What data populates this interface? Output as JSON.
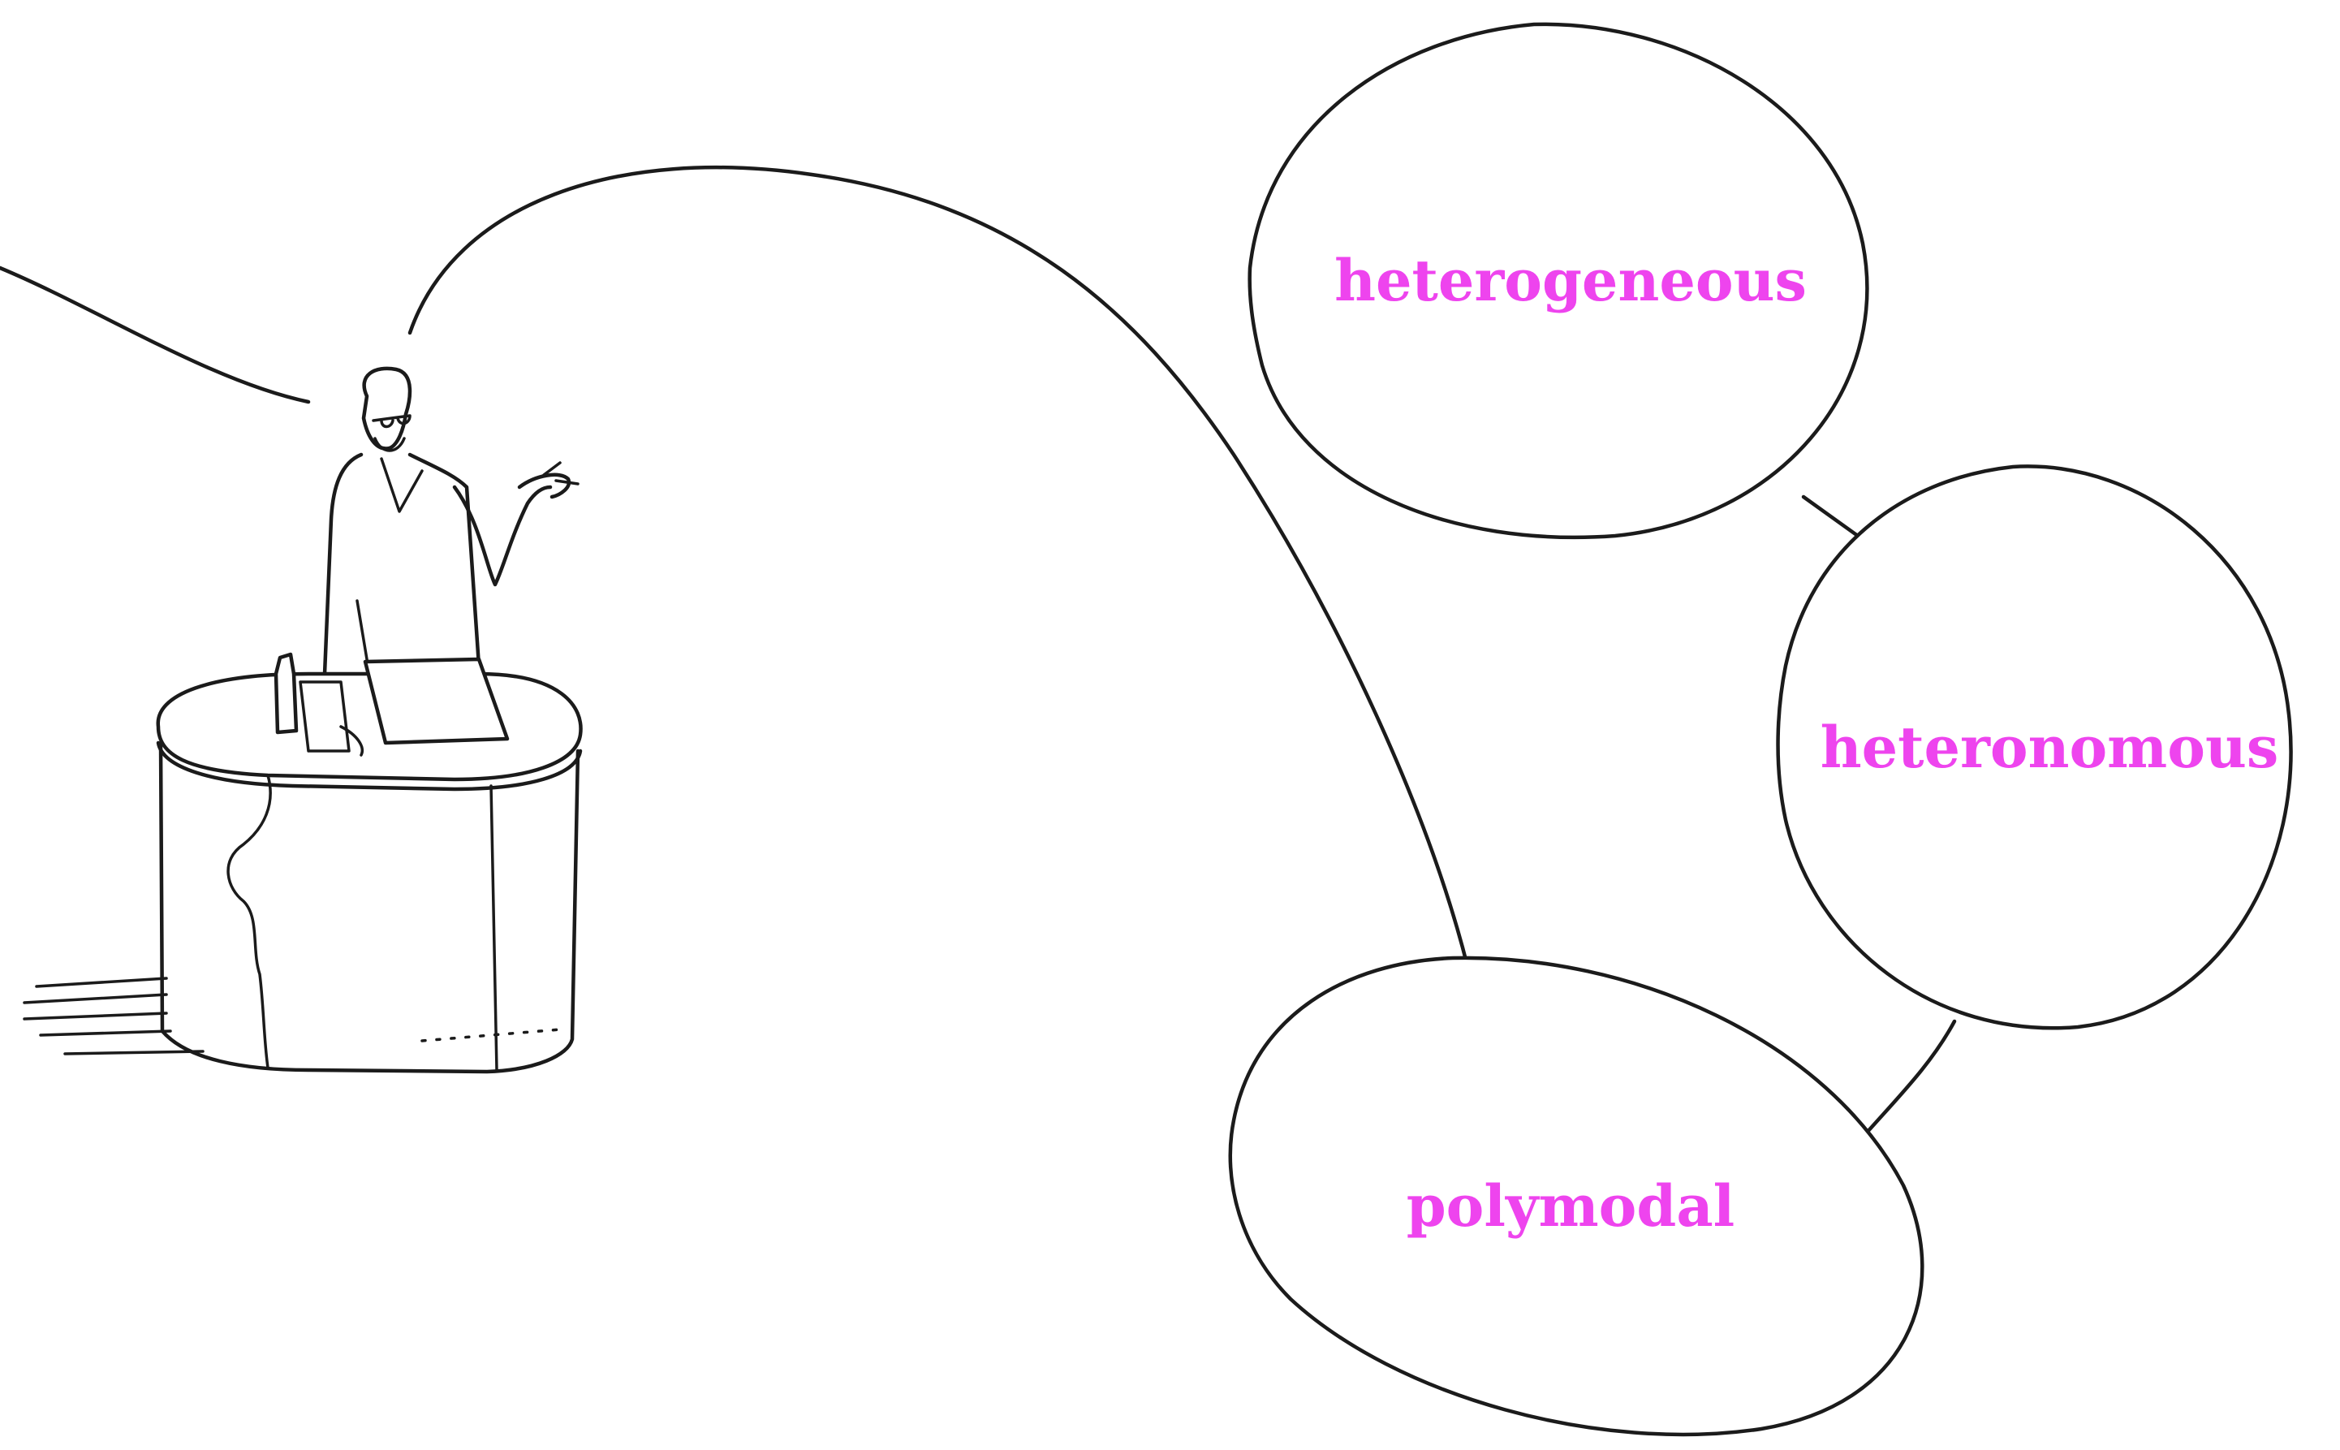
{
  "accent_color": "#ee44ee",
  "bubbles": [
    {
      "label": "heterogeneous"
    },
    {
      "label": "heteronomous"
    },
    {
      "label": "polymodal"
    }
  ]
}
